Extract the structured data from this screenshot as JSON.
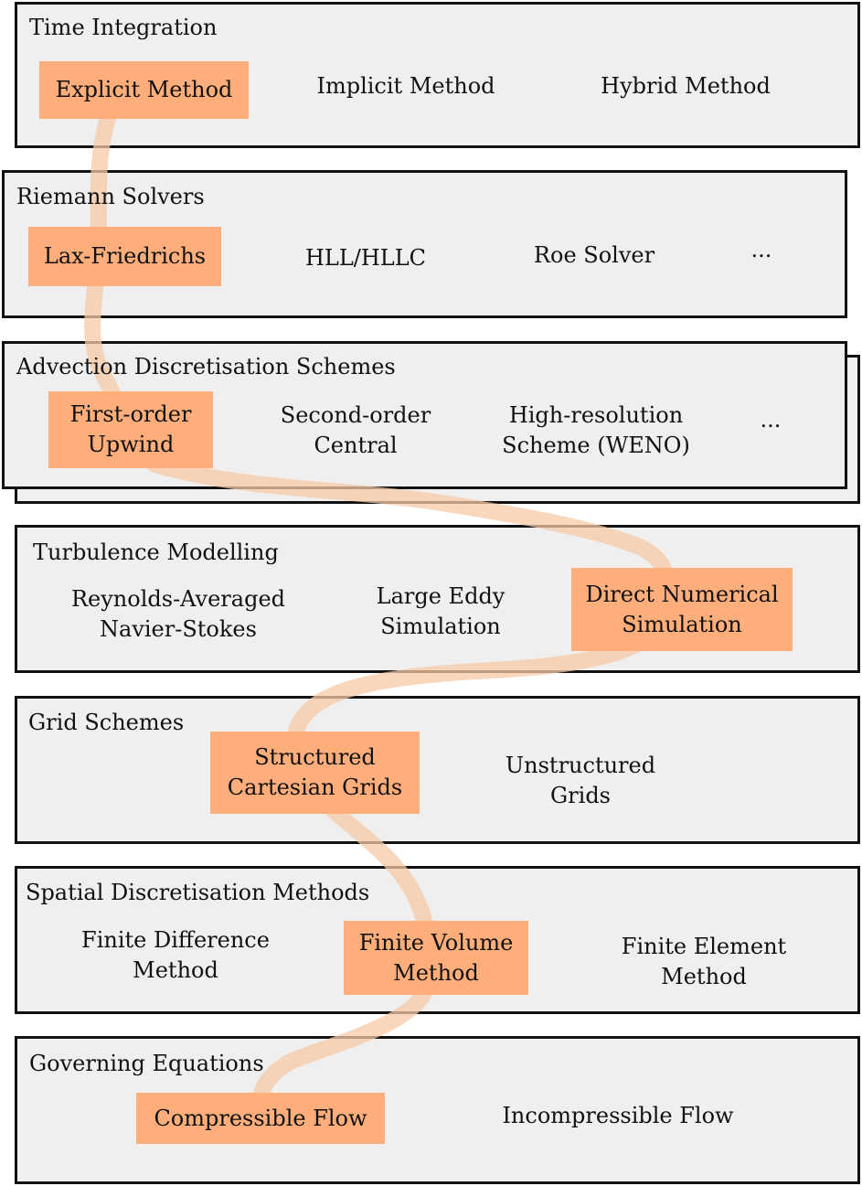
{
  "colors": {
    "selected_fill": "#fdae7b",
    "path": "#f7c9a6",
    "panel_fill": "#efefef",
    "border": "#111111"
  },
  "layers": {
    "time_integration": {
      "title": "Time Integration",
      "options": [
        "Explicit Method",
        "Implicit Method",
        "Hybrid Method"
      ],
      "selected": "Explicit Method"
    },
    "riemann_solvers": {
      "title": "Riemann Solvers",
      "options": [
        "Lax-Friedrichs",
        "HLL/HLLC",
        "Roe Solver",
        "..."
      ],
      "selected": "Lax-Friedrichs"
    },
    "advection": {
      "title": "Advection Discretisation Schemes",
      "options": [
        "First-order\nUpwind",
        "Second-order\nCentral",
        "High-resolution\nScheme (WENO)",
        "..."
      ],
      "selected": "First-order Upwind"
    },
    "turbulence": {
      "title": "Turbulence Modelling",
      "options": [
        "Reynolds-Averaged\nNavier-Stokes",
        "Large Eddy\nSimulation",
        "Direct Numerical\nSimulation"
      ],
      "selected": "Direct Numerical Simulation"
    },
    "grid": {
      "title": "Grid Schemes",
      "options": [
        "Structured\nCartesian Grids",
        "Unstructured\nGrids"
      ],
      "selected": "Structured Cartesian Grids"
    },
    "spatial": {
      "title": "Spatial Discretisation Methods",
      "options": [
        "Finite Difference\nMethod",
        "Finite Volume\nMethod",
        "Finite Element\nMethod"
      ],
      "selected": "Finite Volume Method"
    },
    "governing": {
      "title": "Governing Equations",
      "options": [
        "Compressible Flow",
        "Incompressible Flow"
      ],
      "selected": "Compressible Flow"
    }
  }
}
